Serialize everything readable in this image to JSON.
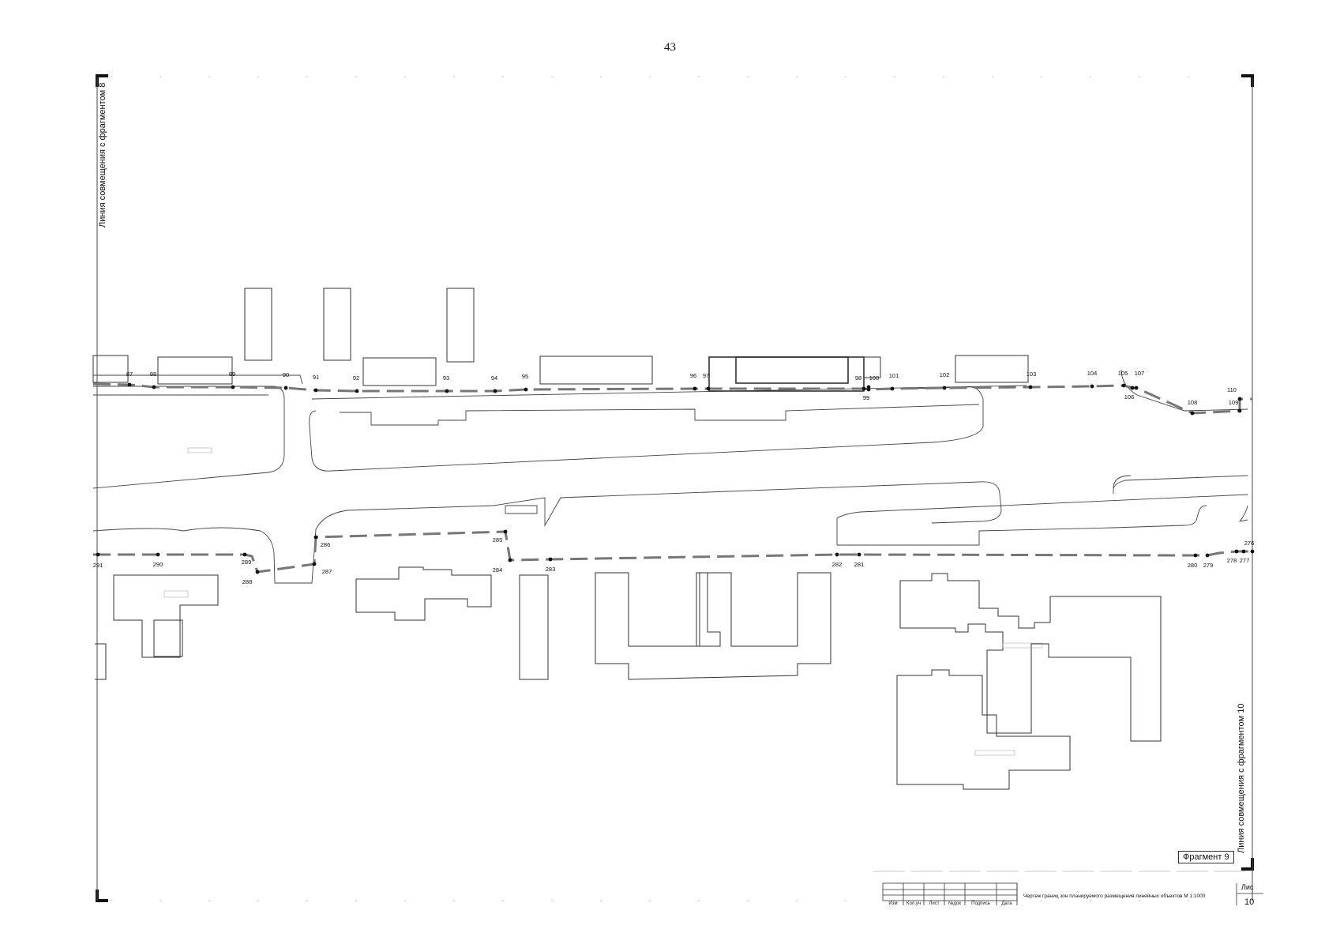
{
  "page_number": "43",
  "left_alignment_label": "Линия совмещения с фрагментом 8",
  "right_alignment_label": "Линия совмещения с фрагментом 10",
  "fragment_label": "Фрагмент 9",
  "title_block": {
    "title": "Чертеж границ зон планируемого размещения линейных объектов М   1:1000",
    "sheet_label": "Лис",
    "sheet_number": "10",
    "columns": [
      "Изм",
      "Кол.уч",
      "Лист",
      "№док",
      "Подпись",
      "Дата"
    ]
  },
  "colors": {
    "boundary": "#777777",
    "linework": "#333333",
    "points": "#111111"
  },
  "north_points": [
    {
      "n": "87"
    },
    {
      "n": "88"
    },
    {
      "n": "89"
    },
    {
      "n": "90"
    },
    {
      "n": "91"
    },
    {
      "n": "92"
    },
    {
      "n": "93"
    },
    {
      "n": "94"
    },
    {
      "n": "95"
    },
    {
      "n": "96"
    },
    {
      "n": "97"
    },
    {
      "n": "98"
    },
    {
      "n": "99"
    },
    {
      "n": "100"
    },
    {
      "n": "101"
    },
    {
      "n": "102"
    },
    {
      "n": "103"
    },
    {
      "n": "104"
    },
    {
      "n": "105"
    },
    {
      "n": "106"
    },
    {
      "n": "107"
    },
    {
      "n": "108"
    },
    {
      "n": "109"
    },
    {
      "n": "110"
    }
  ],
  "south_points": [
    {
      "n": "291"
    },
    {
      "n": "290"
    },
    {
      "n": "289"
    },
    {
      "n": "288"
    },
    {
      "n": "287"
    },
    {
      "n": "286"
    },
    {
      "n": "285"
    },
    {
      "n": "284"
    },
    {
      "n": "283"
    },
    {
      "n": "282"
    },
    {
      "n": "281"
    },
    {
      "n": "280"
    },
    {
      "n": "279"
    },
    {
      "n": "278"
    },
    {
      "n": "277"
    },
    {
      "n": "276"
    }
  ]
}
